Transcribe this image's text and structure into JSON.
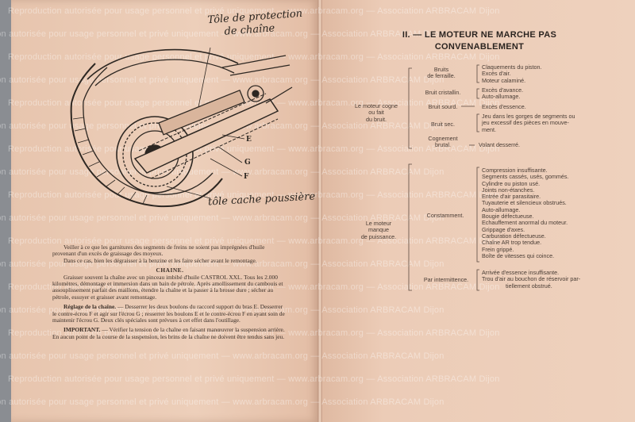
{
  "watermark": "Reproduction autorisée pour usage personnel et privé uniquement — www.arbracam.org — Association ARBRACAM Dijon",
  "left_page": {
    "handwritten_top_line1": "Tôle de protection",
    "handwritten_top_line2": "de chaîne",
    "handwritten_bottom": "tôle cache poussière",
    "figure_labels": [
      "E",
      "G",
      "F"
    ],
    "para_freins": "Veiller à ce que les garnitures des segments de freins ne soient pas imprégnées d'huile provenant d'un excès de graissage des moyeux.",
    "para_freins2": "Dans ce cas, bien les dégraisser à la benzine et les faire sécher avant le remontage.",
    "heading_chaine": "CHAINE.",
    "para_chaine": "Graisser souvent la chaîne avec un pinceau imbibé d'huile CASTROL XXL. Tous les 2.000 kilomètres, démontage et immersion dans un bain de pétrole. Après amollissement du cambouis et assouplissement parfait des maillons, étendre la chaîne et la passer à la brosse dure ; sécher au pétrole, essuyer et graisser avant remontage.",
    "heading_reglage": "Réglage de la chaîne.",
    "para_reglage": "— Desserrer les deux boulons du raccord support du bras E. Desserrer le contre-écrou F et agir sur l'écrou G ; resserrer les boulons E et le contre-écrou F en ayant soin de maintenir l'écrou G. Deux clés spéciales sont prévues à cet effet dans l'outillage.",
    "heading_important": "IMPORTANT.",
    "para_important": "— Vérifier la tension de la chaîne en faisant manœuvrer la suspension arrière. En aucun point de la course de la suspension, les brins de la chaîne ne doivent être tendus sans jeu."
  },
  "right_page": {
    "title_line1": "II. — LE MOTEUR NE MARCHE PAS",
    "title_line2": "CONVENABLEMENT",
    "group1": {
      "label": [
        "Le moteur cogne",
        "ou fait",
        "du bruit."
      ],
      "rows": [
        {
          "cause": [
            "Bruits",
            "de ferraille."
          ],
          "effects": [
            "Claquements du piston.",
            "Excès d'air.",
            "Moteur calaminé."
          ]
        },
        {
          "cause": [
            "Bruit cristallin."
          ],
          "effects": [
            "Excès d'avance.",
            "Auto-allumage."
          ]
        },
        {
          "cause": [
            "Bruit sourd."
          ],
          "effects": [
            "Excès d'essence."
          ]
        },
        {
          "cause": [
            "Bruit sec."
          ],
          "effects": [
            "Jeu dans les gorges de segments ou",
            "jeu excessif des pièces en mouve-",
            "ment."
          ]
        },
        {
          "cause": [
            "Cognement",
            "brutal."
          ],
          "effects": [
            "Volant desserré."
          ]
        }
      ]
    },
    "group2": {
      "label": [
        "Le moteur",
        "manque",
        "de puissance."
      ],
      "rows": [
        {
          "cause": [
            "Constamment."
          ],
          "effects": [
            "Compression insuffisante.",
            "Segments cassés, usés, gommés.",
            "Cylindre ou piston usé.",
            "Joints non-étanches.",
            "Entrée d'air parasitaire.",
            "Tuyauterie et silencieux obstrués.",
            "Auto-allumage.",
            "Bougie défectueuse.",
            "Echauffement anormal du moteur.",
            "Grippage d'axes.",
            "Carburation défectueuse.",
            "Chaîne AR trop tendue.",
            "Frein grippé.",
            "Boîte de vitesses qui coince."
          ]
        },
        {
          "cause": [
            "Par intermittence."
          ],
          "effects": [
            "Arrivée d'essence insuffisante.",
            "Trou d'air au bouchon de réservoir par-",
            "tiellement obstrué."
          ]
        }
      ]
    }
  }
}
